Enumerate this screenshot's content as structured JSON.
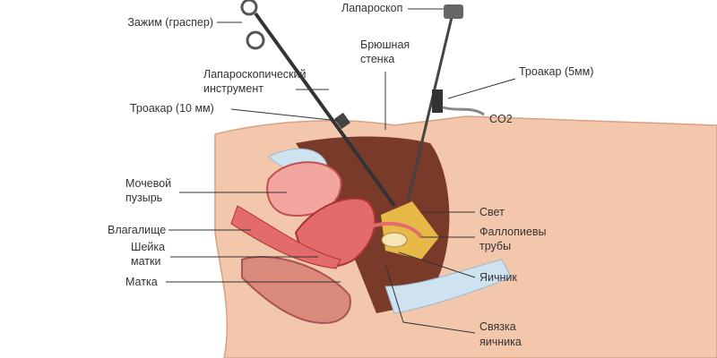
{
  "labels": {
    "grasper": "Зажим (граспер)",
    "laparoscope": "Лапароскоп",
    "abdominal_wall_1": "Брюшная",
    "abdominal_wall_2": "стенка",
    "instrument_1": "Лапароскопический",
    "instrument_2": "инструмент",
    "trocar_5": "Троакар (5мм)",
    "trocar_10": "Троакар (10 мм)",
    "co2": "CO2",
    "bladder_1": "Мочевой",
    "bladder_2": "пузырь",
    "vagina": "Влагалище",
    "cervix_1": "Шейка",
    "cervix_2": "матки",
    "uterus": "Матка",
    "light": "Свет",
    "tubes_1": "Фаллопиевы",
    "tubes_2": "трубы",
    "ovary": "Яичник",
    "ligament_1": "Связка",
    "ligament_2": "яичника"
  },
  "colors": {
    "skin": "#f3c7ab",
    "skin_dark": "#e7a98a",
    "organ": "#e46b6b",
    "organ_light": "#f3a6a0",
    "light": "#f2c84b",
    "bone": "#cfe2ef",
    "cavity": "#6b2f22"
  }
}
